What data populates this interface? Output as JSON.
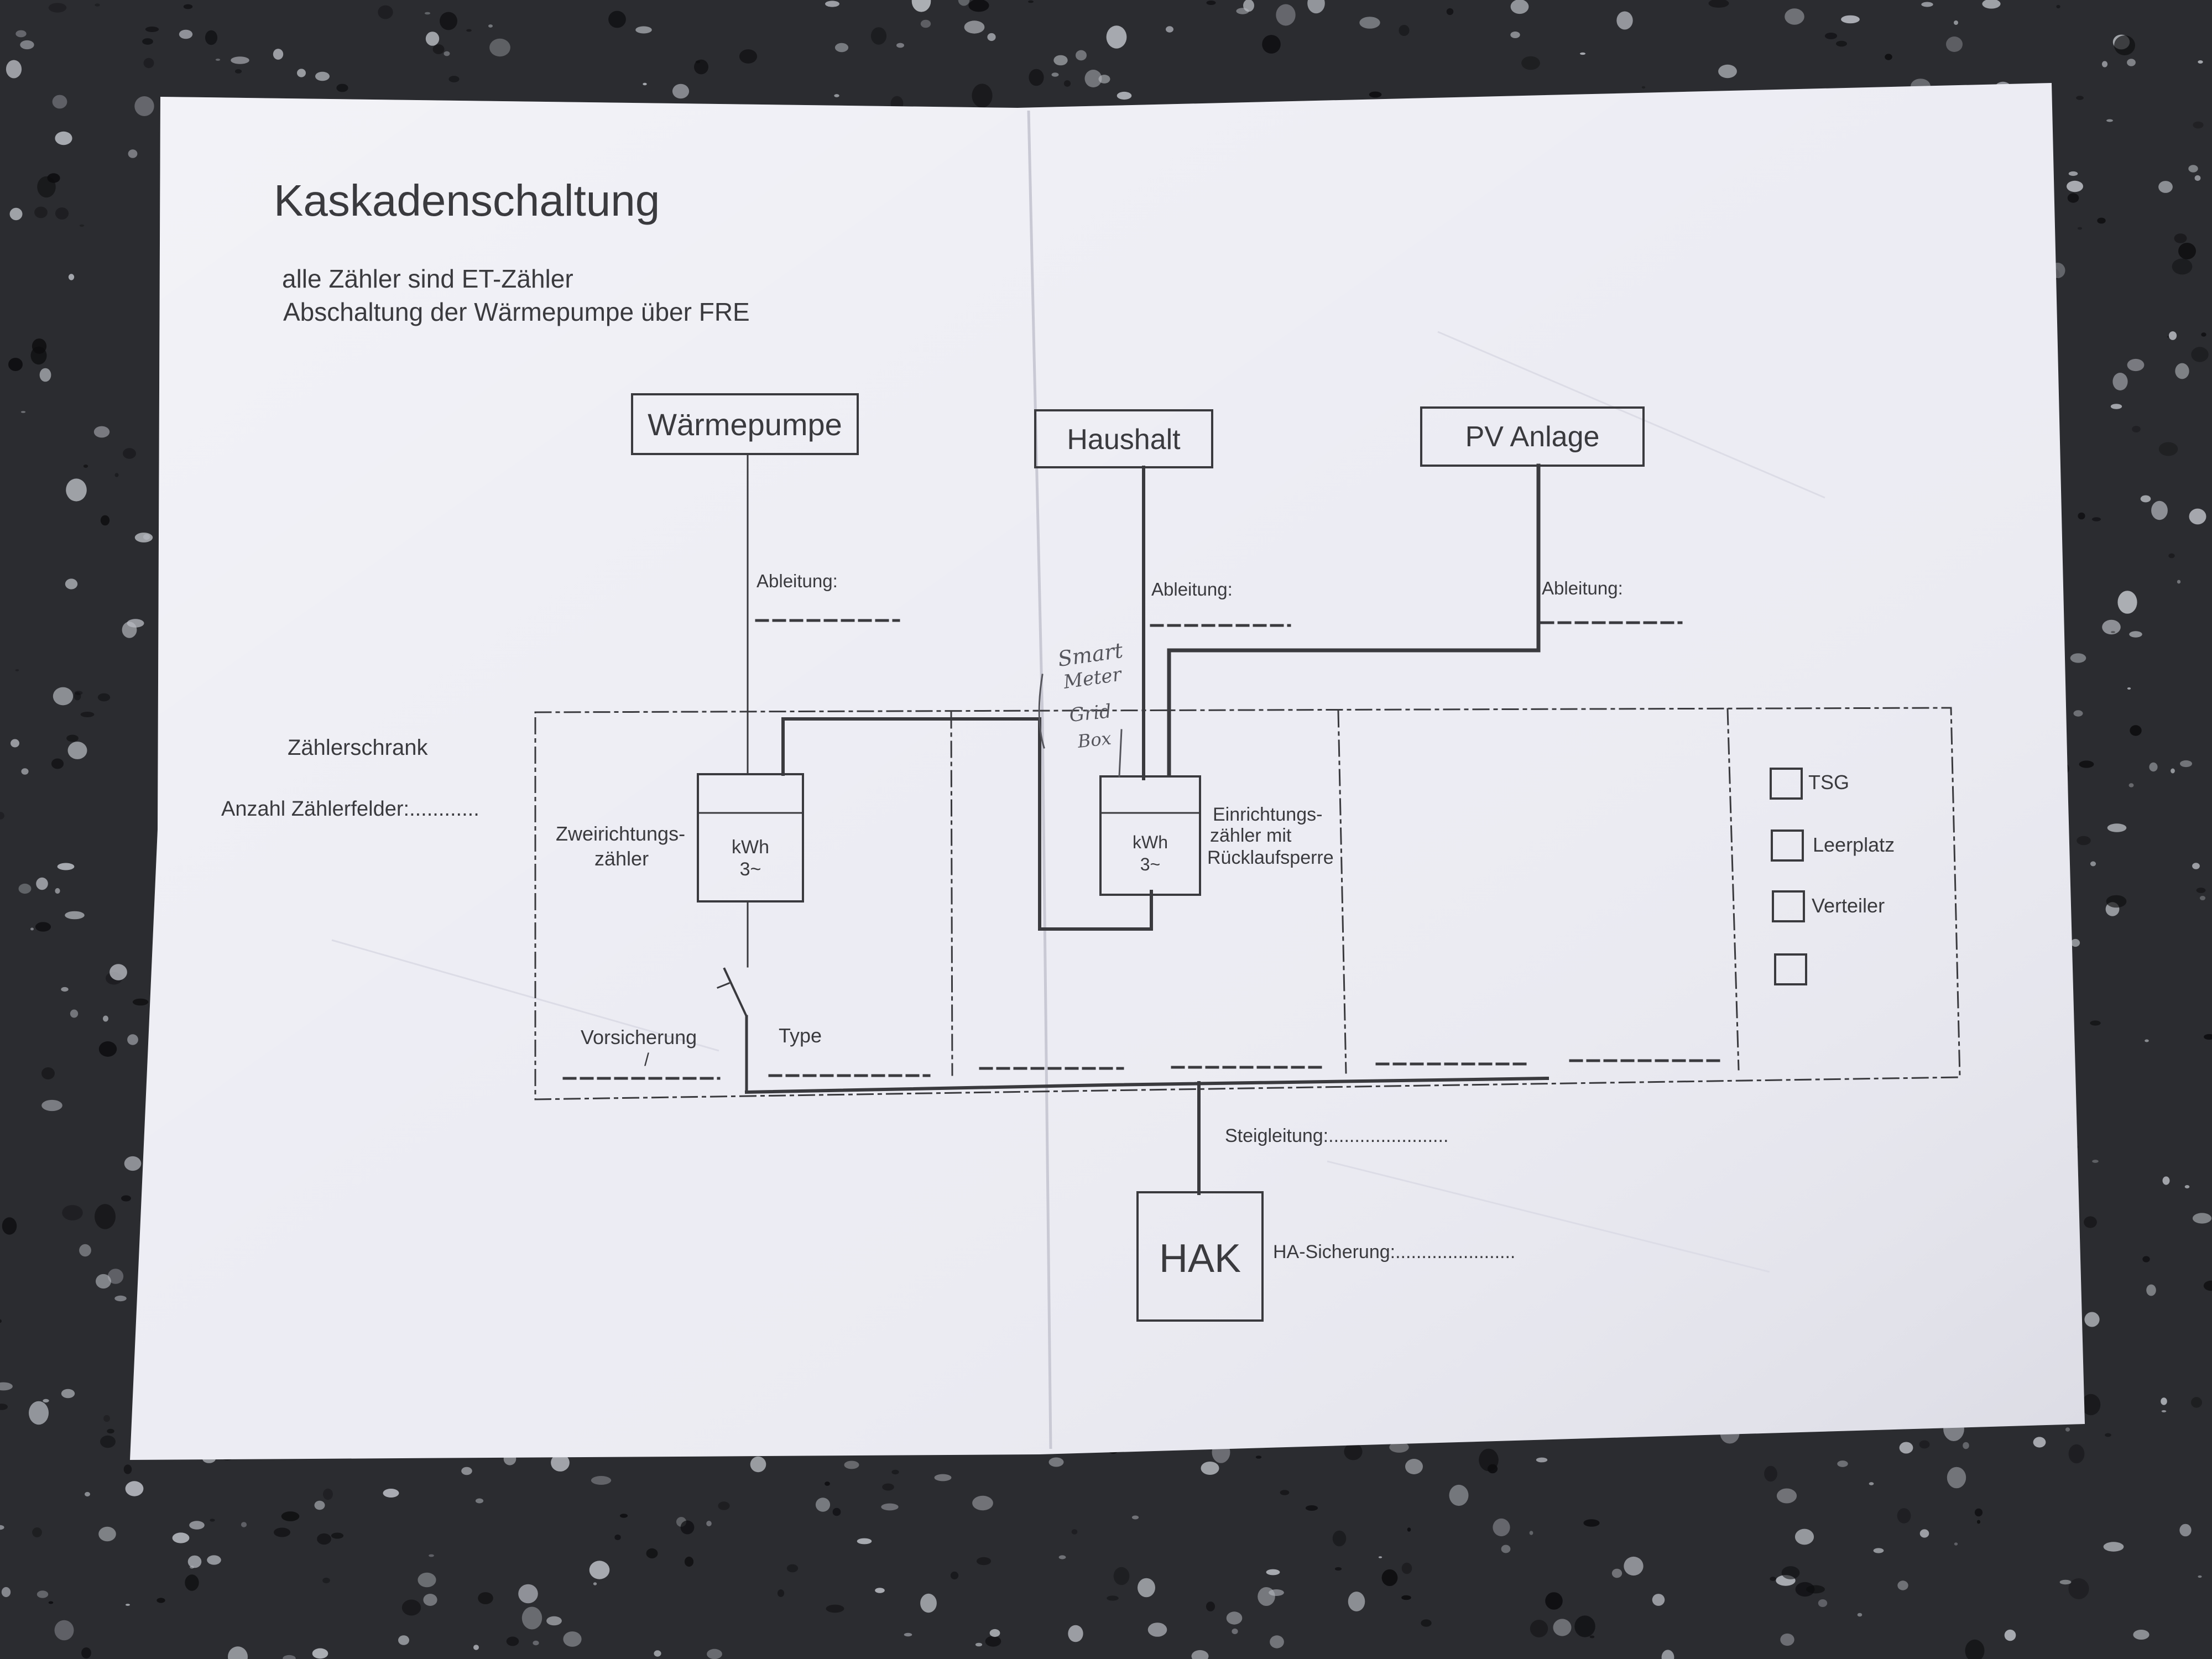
{
  "colors": {
    "background": "#2b2c30",
    "speckle_light": "#b9bcc2",
    "speckle_dark": "#0d0d0f",
    "paper": "#ececf3",
    "ink": "#3a3a3e",
    "pen": "#55555c"
  },
  "header": {
    "title": "Kaskadenschaltung",
    "line1": "alle Zähler sind ET-Zähler",
    "line2": "Abschaltung der Wärmepumpe über FRE"
  },
  "boxes": {
    "waermepumpe": "Wärmepumpe",
    "haushalt": "Haushalt",
    "pv": "PV Anlage",
    "hak": "HAK"
  },
  "labels": {
    "ableitung": "Ableitung:",
    "zaehlerschrank": "Zählerschrank",
    "anzahl": "Anzahl Zählerfelder:............",
    "zwei_line1": "Zweirichtungs-",
    "zwei_line2": "zähler",
    "ein_line1": "Einrichtungs-",
    "ein_line2": "zähler mit",
    "ein_line3": "Rücklaufsperre",
    "kwh": "kWh",
    "phase": "3~",
    "vorsicherung": "Vorsicherung",
    "slash": "/",
    "type": "Type",
    "steigleitung": "Steigleitung:.......................",
    "ha_sicherung": "HA-Sicherung:......................."
  },
  "handwritten": {
    "line1": "Smart",
    "line2": "Meter",
    "line3": "Grid",
    "line4": "Box"
  },
  "checkboxes": [
    {
      "label": "TSG",
      "checked": false
    },
    {
      "label": "Leerplatz",
      "checked": false
    },
    {
      "label": "Verteiler",
      "checked": false
    },
    {
      "label": "",
      "checked": false
    }
  ]
}
